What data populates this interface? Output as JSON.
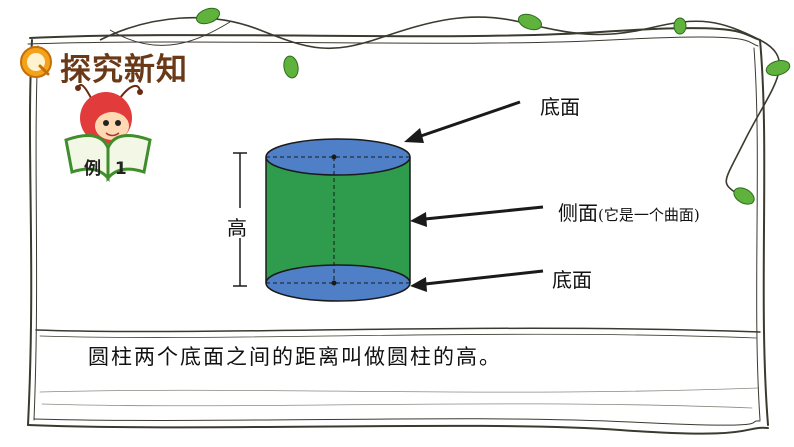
{
  "header": {
    "title": "探究新知",
    "q_badge": "Q",
    "example_label": "例 1",
    "icons": [
      "q-badge-icon",
      "cartoon-mascot-icon",
      "open-book-icon",
      "vine-leaf-icon"
    ]
  },
  "diagram": {
    "top_label": "底面",
    "side_label": "侧面",
    "side_note": "(它是一个曲面)",
    "bottom_label": "底面",
    "height_label": "高",
    "colors": {
      "base": "#4f7fc7",
      "side": "#2f9b4c",
      "outline": "#1a1a1a",
      "vine": "#3b3a2e",
      "leaf": "#5fb33c"
    }
  },
  "definition": "圆柱两个底面之间的距离叫做圆柱的高。"
}
